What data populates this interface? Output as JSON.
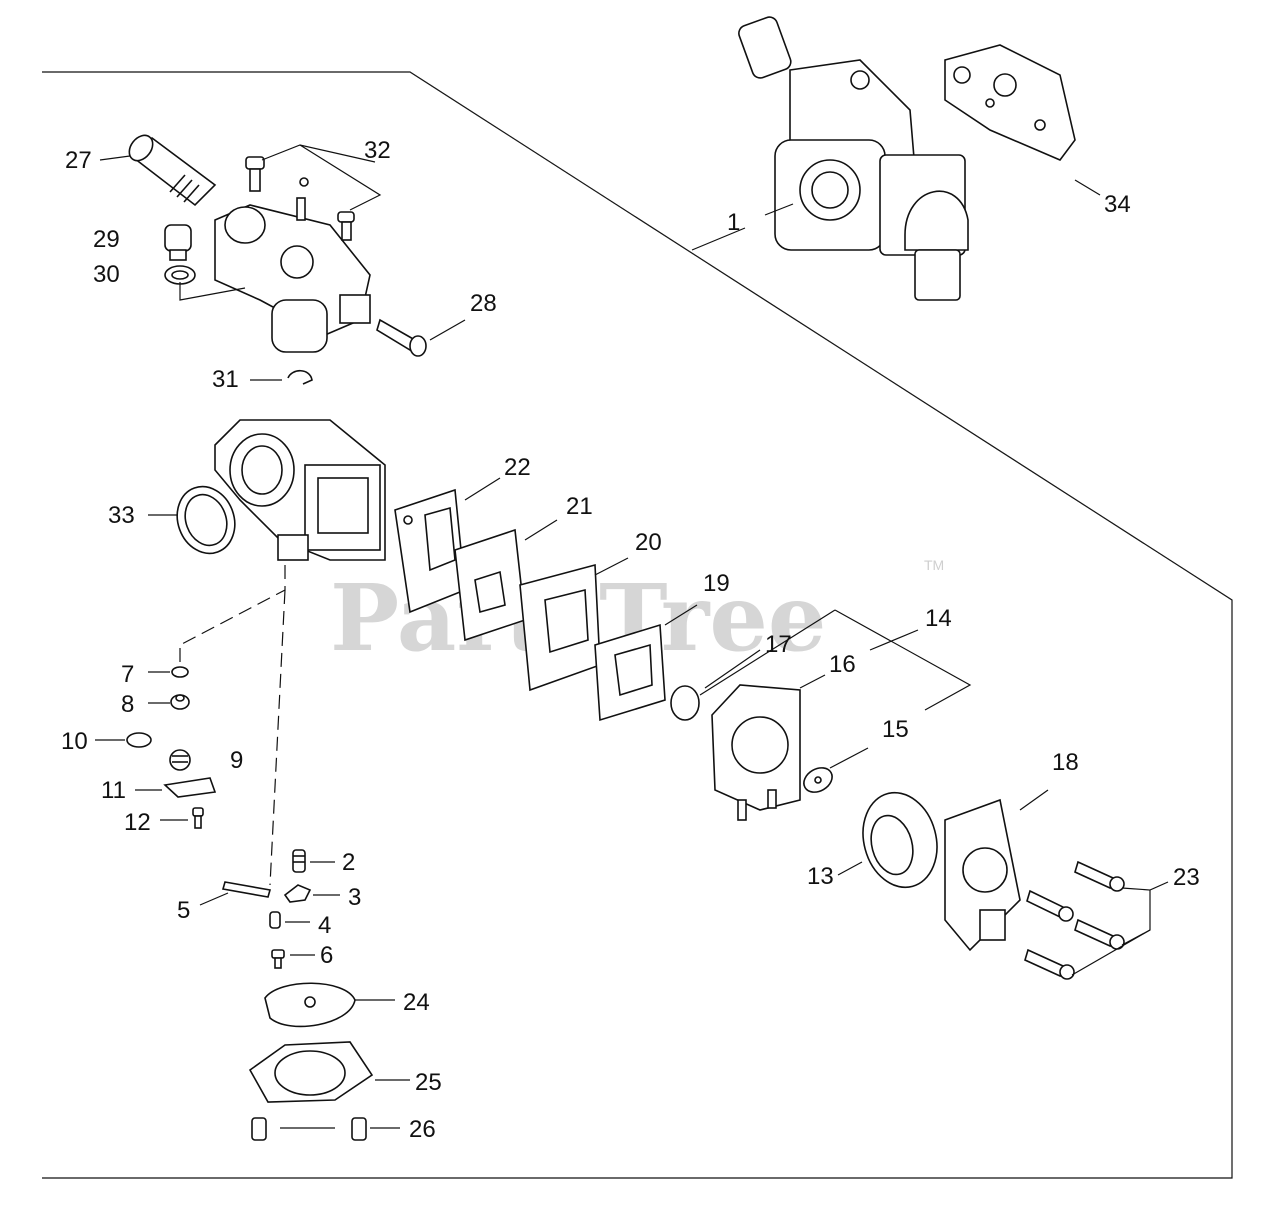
{
  "watermark": {
    "text": "PartsTree",
    "trademark": "TM"
  },
  "callouts": [
    "1",
    "2",
    "3",
    "4",
    "5",
    "6",
    "7",
    "8",
    "9",
    "10",
    "11",
    "12",
    "13",
    "14",
    "15",
    "16",
    "17",
    "18",
    "19",
    "20",
    "21",
    "22",
    "23",
    "24",
    "25",
    "26",
    "27",
    "28",
    "29",
    "30",
    "31",
    "32",
    "33",
    "34"
  ]
}
